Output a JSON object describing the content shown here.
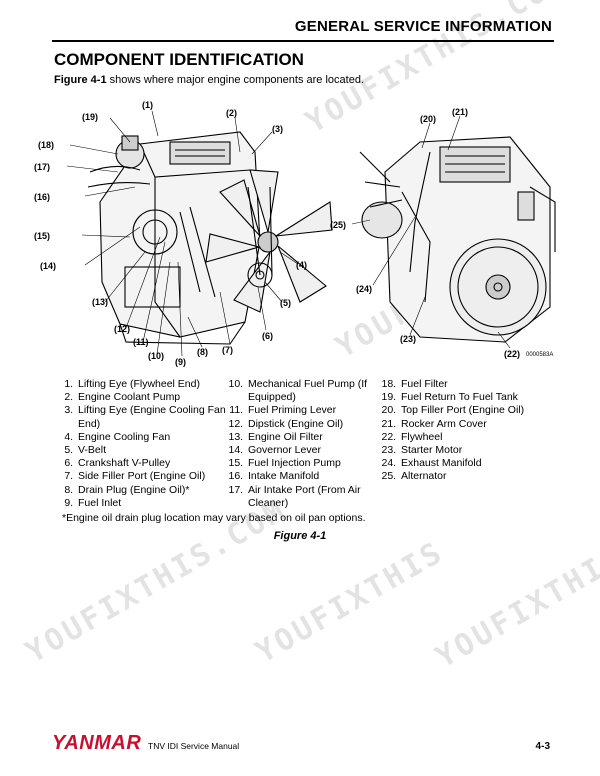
{
  "header": {
    "section_title": "GENERAL SERVICE INFORMATION"
  },
  "page": {
    "heading": "COMPONENT IDENTIFICATION",
    "intro_ref": "Figure 4-1",
    "intro_text": " shows where major engine components are located."
  },
  "figure": {
    "callouts": [
      "(1)",
      "(2)",
      "(3)",
      "(4)",
      "(5)",
      "(6)",
      "(7)",
      "(8)",
      "(9)",
      "(10)",
      "(11)",
      "(12)",
      "(13)",
      "(14)",
      "(15)",
      "(16)",
      "(17)",
      "(18)",
      "(19)",
      "(20)",
      "(21)",
      "(22)",
      "(23)",
      "(24)",
      "(25)"
    ],
    "part_number": "0000583A",
    "caption": "Figure 4-1"
  },
  "components": {
    "col1": [
      "Lifting Eye (Flywheel End)",
      "Engine Coolant Pump",
      "Lifting Eye (Engine Cooling Fan End)",
      "Engine Cooling Fan",
      "V-Belt",
      "Crankshaft V-Pulley",
      "Side Filler Port (Engine Oil)",
      "Drain Plug (Engine Oil)*",
      "Fuel Inlet"
    ],
    "col2": [
      "Mechanical Fuel Pump (If Equipped)",
      "Fuel Priming Lever",
      "Dipstick (Engine Oil)",
      "Engine Oil Filter",
      "Governor Lever",
      "Fuel Injection Pump",
      "Intake Manifold",
      "Air Intake Port (From Air Cleaner)"
    ],
    "col3": [
      "Fuel Filter",
      "Fuel Return To Fuel Tank",
      "Top Filler Port (Engine Oil)",
      "Rocker Arm Cover",
      "Flywheel",
      "Starter Motor",
      "Exhaust Manifold",
      "Alternator"
    ]
  },
  "footnote": "*Engine oil drain plug location may vary based on oil pan options.",
  "watermarks": [
    "YOUFIXTHIS.COM",
    "YOUFIXTHIS"
  ],
  "footer": {
    "brand": "YANMAR",
    "manual": "TNV IDI Service Manual",
    "page": "4-3"
  }
}
